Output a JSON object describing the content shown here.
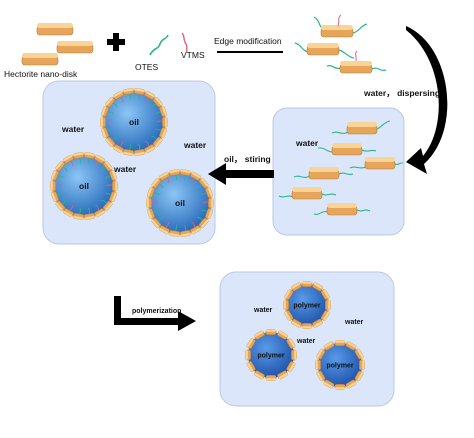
{
  "labels": {
    "nano_disk": "Hectorite nano-disk",
    "otes": "OTES",
    "vtms": "VTMS",
    "edge_modification": "Edge modification",
    "water_dispersing": "water， dispersing",
    "oil_stiring": "oil， stiring",
    "polymerization": "polymerization",
    "water": "water",
    "oil": "oil",
    "polymer": "polymer"
  },
  "colors": {
    "disk_top": "#f7cf8c",
    "disk_side": "#e7a65a",
    "disk_edge": "#c98a3e",
    "panel_fill": "#dbe6fa",
    "panel_stroke": "#9db1d8",
    "droplet_light": "#6fb2ee",
    "droplet_dark": "#1f5fb3",
    "otes_chain": "#2bb58a",
    "vtms_chain": "#e0607a",
    "arrow": "#000000"
  },
  "icons": [
    "plus-icon",
    "curved-arrow-icon",
    "left-arrow-icon",
    "elbow-arrow-icon"
  ]
}
